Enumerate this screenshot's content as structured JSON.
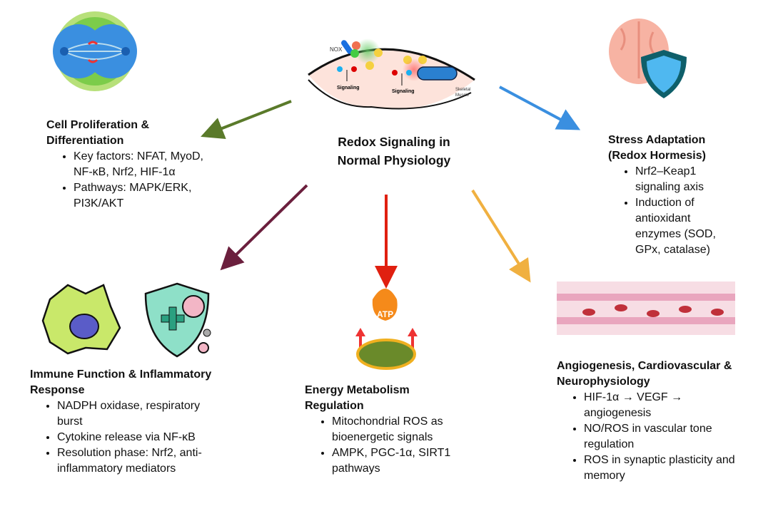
{
  "center": {
    "title_line1": "Redox Signaling in",
    "title_line2": "Normal Physiology"
  },
  "illustration": {
    "nox_label": "NOX",
    "signaling_label": "Signaling",
    "muscle_label_1": "Skeletal",
    "muscle_label_2": "Muscle",
    "atp_label": "ATP"
  },
  "sections": {
    "proliferation": {
      "title_line1": "Cell Proliferation &",
      "title_line2": "Differentiation",
      "bullets": [
        "Key factors: NFAT, MyoD, NF-κB, Nrf2, HIF-1α",
        "Pathways: MAPK/ERK, PI3K/AKT"
      ]
    },
    "stress": {
      "title_line1": "Stress Adaptation",
      "title_line2": "(Redox Hormesis)",
      "bullets": [
        "Nrf2–Keap1 signaling axis",
        "Induction of antioxidant enzymes (SOD, GPx, catalase)"
      ]
    },
    "immune": {
      "title_line1": "Immune Function & Inflammatory",
      "title_line2": "Response",
      "bullets": [
        "NADPH oxidase, respiratory burst",
        "Cytokine release via NF-κB",
        "Resolution phase: Nrf2, anti-inflammatory mediators"
      ]
    },
    "energy": {
      "title_line1": "Energy Metabolism",
      "title_line2": "Regulation",
      "bullets": [
        "Mitochondrial ROS as bioenergetic signals",
        "AMPK, PGC-1α, SIRT1 pathways"
      ]
    },
    "angio": {
      "title_line1": "Angiogenesis, Cardiovascular &",
      "title_line2": "Neurophysiology",
      "bullets": [
        "HIF-1α → VEGF → angiogenesis",
        "NO/ROS in vascular tone regulation",
        "ROS in synaptic plasticity and memory"
      ]
    }
  },
  "arrow_colors": {
    "proliferation": "#5a7a2a",
    "stress": "#3a8fe0",
    "immune": "#6b1f3d",
    "energy": "#e02010",
    "angio": "#f0b040"
  }
}
